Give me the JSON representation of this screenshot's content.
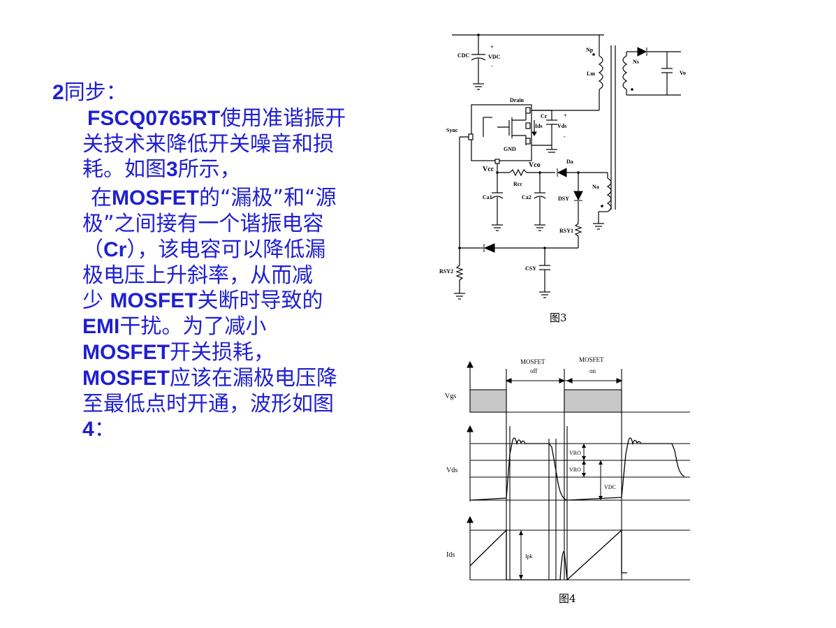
{
  "slide": {
    "heading": {
      "num": "2",
      "text": "同步："
    },
    "paragraph1": {
      "l1_bold": "FSCQ0765RT",
      "l1_text": "使用准谐振开",
      "l2": "关技术来降低开关噪音和损",
      "l3_a": "耗。如图",
      "l3_bold": "3",
      "l3_b": "所示，"
    },
    "paragraph2": {
      "l1_a": "在",
      "l1_bold": "MOSFET",
      "l1_b": "的“漏极”和“源",
      "l2": "极”之间接有一个谐振电容",
      "l3_a": "（",
      "l3_bold": "Cr",
      "l3_b": "），该电容可以降低漏",
      "l4": "极电压上升斜率，从而减",
      "l5_a": "少 ",
      "l5_bold": "MOSFET",
      "l5_b": "关断时导致的",
      "l6_bold": "EMI",
      "l6_b": "干扰。为了减小",
      "l7_bold": "MOSFET",
      "l7_b": "开关损耗，",
      "l8_bold": "MOSFET",
      "l8_b": "应该在漏极电压降",
      "l9": "至最低点时开通，波形如图",
      "l10_bold": "4",
      "l10_b": "："
    }
  },
  "figure3": {
    "caption": "图3",
    "labels": {
      "cdc": "CDC",
      "vdc": "VDC",
      "np": "Np",
      "lm": "Lm",
      "ns": "Ns",
      "vo": "Vo",
      "drain": "Drain",
      "cr": "Cr",
      "ids": "Ids",
      "vds": "Vds",
      "sync": "Sync",
      "gnd": "GND",
      "vcc": "Vcc",
      "vco": "Vco",
      "rcc": "Rcc",
      "da": "Da",
      "na": "Na",
      "ca1": "Ca1",
      "ca2": "Ca2",
      "dsy": "DSY",
      "rsy1": "RSY1",
      "rsy2": "RSY2",
      "csy": "CSY",
      "plus": "+",
      "minus": "-"
    }
  },
  "figure4": {
    "caption": "图4",
    "labels": {
      "mosfet_off_1": "MOSFET",
      "mosfet_off_2": "off",
      "mosfet_on_1": "MOSFET",
      "mosfet_on_2": "on",
      "vgs": "Vgs",
      "vds": "Vds",
      "ids": "Ids",
      "vro1": "VRO",
      "vro2": "VRO",
      "vdc": "VDC",
      "ipk": "Ipk"
    },
    "colors": {
      "gate_fill": "#c8c8c8",
      "line": "#000000"
    }
  }
}
